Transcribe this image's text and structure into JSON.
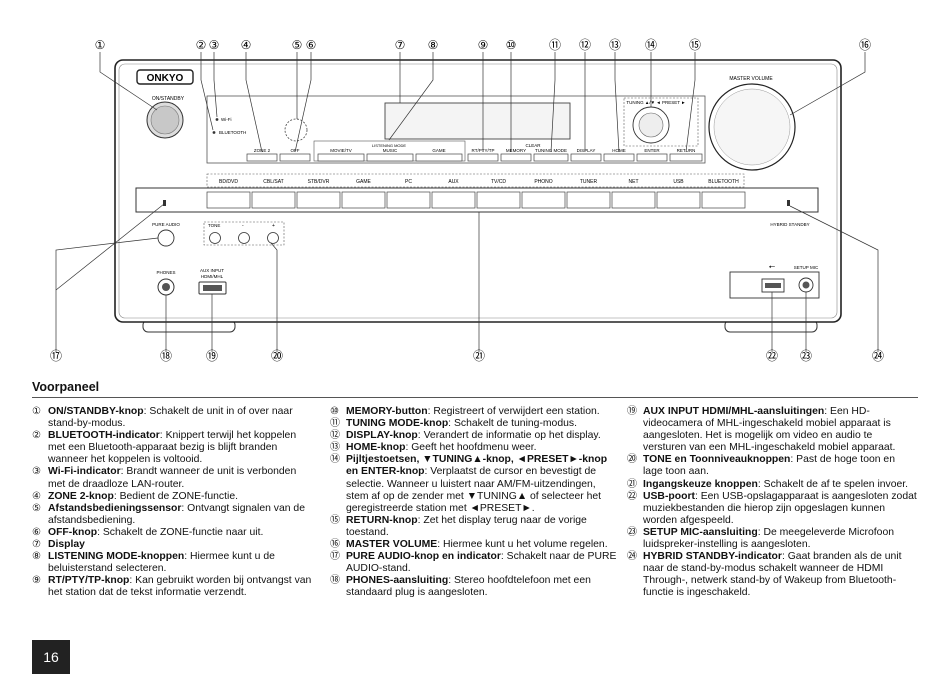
{
  "section_title": "Voorpaneel",
  "page_number": "16",
  "diagram": {
    "brand": "ONKYO",
    "callout_numbers": [
      "①",
      "②",
      "③",
      "④",
      "⑤",
      "⑥",
      "⑦",
      "⑧",
      "⑨",
      "⑩",
      "⑪",
      "⑫",
      "⑬",
      "⑭",
      "⑮",
      "⑯",
      "⑰",
      "⑱",
      "⑲",
      "⑳",
      "㉑",
      "㉒",
      "㉓",
      "㉔"
    ],
    "labels": {
      "on_standby": "ON/STANDBY",
      "wifi": "Wi-Fi",
      "bluetooth": "BLUETOOTH",
      "zone2": "ZONE 2",
      "off": "OFF",
      "listening_mode": "LISTENING MODE",
      "movie_tv": "MOVIE/TV",
      "music": "MUSIC",
      "game": "GAME",
      "rt_pty_tp": "RT/PTY/TP",
      "memory": "MEMORY",
      "clear": "CLEAR",
      "tuning_mode": "TUNING MODE",
      "display": "DISPLAY",
      "home": "HOME",
      "tuning_preset": "TUNING ▲/▼ ◄ PRESET ►",
      "enter": "ENTER",
      "return": "RETURN",
      "master_volume": "MASTER VOLUME",
      "pure_audio": "PURE AUDIO",
      "tone": "TONE",
      "tone_minus": "-",
      "tone_plus": "+",
      "phones": "PHONES",
      "aux_input": "AUX INPUT",
      "hdmi_mhl": "HDMI/MHL",
      "setup_mic": "SETUP MIC",
      "hybrid_standby": "HYBRID STANDBY"
    },
    "input_buttons": [
      "BD/DVD",
      "CBL/SAT",
      "STB/DVR",
      "GAME",
      "PC",
      "AUX",
      "TV/CD",
      "PHONO",
      "TUNER",
      "NET",
      "USB",
      "BLUETOOTH"
    ]
  },
  "descriptions": {
    "column1": [
      {
        "num": "①",
        "term": "ON/STANDBY-knop",
        "text": ": Schakelt de unit in of over naar stand-by-modus."
      },
      {
        "num": "②",
        "term": "BLUETOOTH-indicator",
        "text": ": Knippert terwijl het koppelen met een Bluetooth-apparaat bezig is blijft branden wanneer het koppelen is voltooid."
      },
      {
        "num": "③",
        "term": "Wi-Fi-indicator",
        "text": ": Brandt wanneer de unit is verbonden met de draadloze LAN-router."
      },
      {
        "num": "④",
        "term": "ZONE 2-knop",
        "text": ": Bedient de ZONE-functie."
      },
      {
        "num": "⑤",
        "term": "Afstandsbedieningssensor",
        "text": ": Ontvangt signalen van de afstandsbediening."
      },
      {
        "num": "⑥",
        "term": "OFF-knop",
        "text": ": Schakelt de ZONE-functie naar uit."
      },
      {
        "num": "⑦",
        "term": "Display",
        "text": ""
      },
      {
        "num": "⑧",
        "term": "LISTENING MODE-knoppen",
        "text": ": Hiermee kunt u de beluisterstand selecteren."
      },
      {
        "num": "⑨",
        "term": "RT/PTY/TP-knop",
        "text": ": Kan gebruikt worden bij ontvangst van het station dat de tekst informatie verzendt."
      }
    ],
    "column2": [
      {
        "num": "⑩",
        "term": "MEMORY-button",
        "text": ": Registreert of verwijdert een station."
      },
      {
        "num": "⑪",
        "term": "TUNING MODE-knop",
        "text": ": Schakelt de tuning-modus."
      },
      {
        "num": "⑫",
        "term": "DISPLAY-knop",
        "text": ": Verandert de informatie op het display."
      },
      {
        "num": "⑬",
        "term": "HOME-knop",
        "text": ": Geeft het hoofdmenu weer."
      },
      {
        "num": "⑭",
        "term": "Pijltjestoetsen, ▼TUNING▲-knop, ◄PRESET►-knop en ENTER-knop",
        "text": ": Verplaatst de cursor en bevestigt de selectie. Wanneer u luistert naar AM/FM-uitzendingen, stem af op de zender met ▼TUNING▲ of selecteer het geregistreerde station met ◄PRESET►."
      },
      {
        "num": "⑮",
        "term": "RETURN-knop",
        "text": ": Zet het display terug naar de vorige toestand."
      },
      {
        "num": "⑯",
        "term": "MASTER VOLUME",
        "text": ": Hiermee kunt u het volume regelen."
      },
      {
        "num": "⑰",
        "term": "PURE AUDIO-knop en indicator",
        "text": ": Schakelt naar de PURE AUDIO-stand."
      },
      {
        "num": "⑱",
        "term": "PHONES-aansluiting",
        "text": ": Stereo hoofdtelefoon met een standaard plug is aangesloten."
      }
    ],
    "column3": [
      {
        "num": "⑲",
        "term": "AUX INPUT HDMI/MHL-aansluitingen",
        "text": ": Een HD-videocamera of MHL-ingeschakeld mobiel apparaat is aangesloten. Het is mogelijk om video en audio te versturen van een MHL-ingeschakeld mobiel apparaat."
      },
      {
        "num": "⑳",
        "term": "TONE en Toonniveauknoppen",
        "text": ": Past de hoge toon en lage toon aan."
      },
      {
        "num": "㉑",
        "term": "Ingangskeuze knoppen",
        "text": ": Schakelt de af te spelen invoer."
      },
      {
        "num": "㉒",
        "term": "USB-poort",
        "text": ": Een USB-opslagapparaat is aangesloten zodat muziekbestanden die hierop zijn opgeslagen kunnen worden afgespeeld."
      },
      {
        "num": "㉓",
        "term": "SETUP MIC-aansluiting",
        "text": ": De meegeleverde Microfoon luidspreker-instelling is aangesloten."
      },
      {
        "num": "㉔",
        "term": "HYBRID STANDBY-indicator",
        "text": ": Gaat branden als de unit naar de stand-by-modus schakelt wanneer de HDMI Through-, netwerk stand-by of Wakeup from Bluetooth-functie is ingeschakeld."
      }
    ]
  }
}
